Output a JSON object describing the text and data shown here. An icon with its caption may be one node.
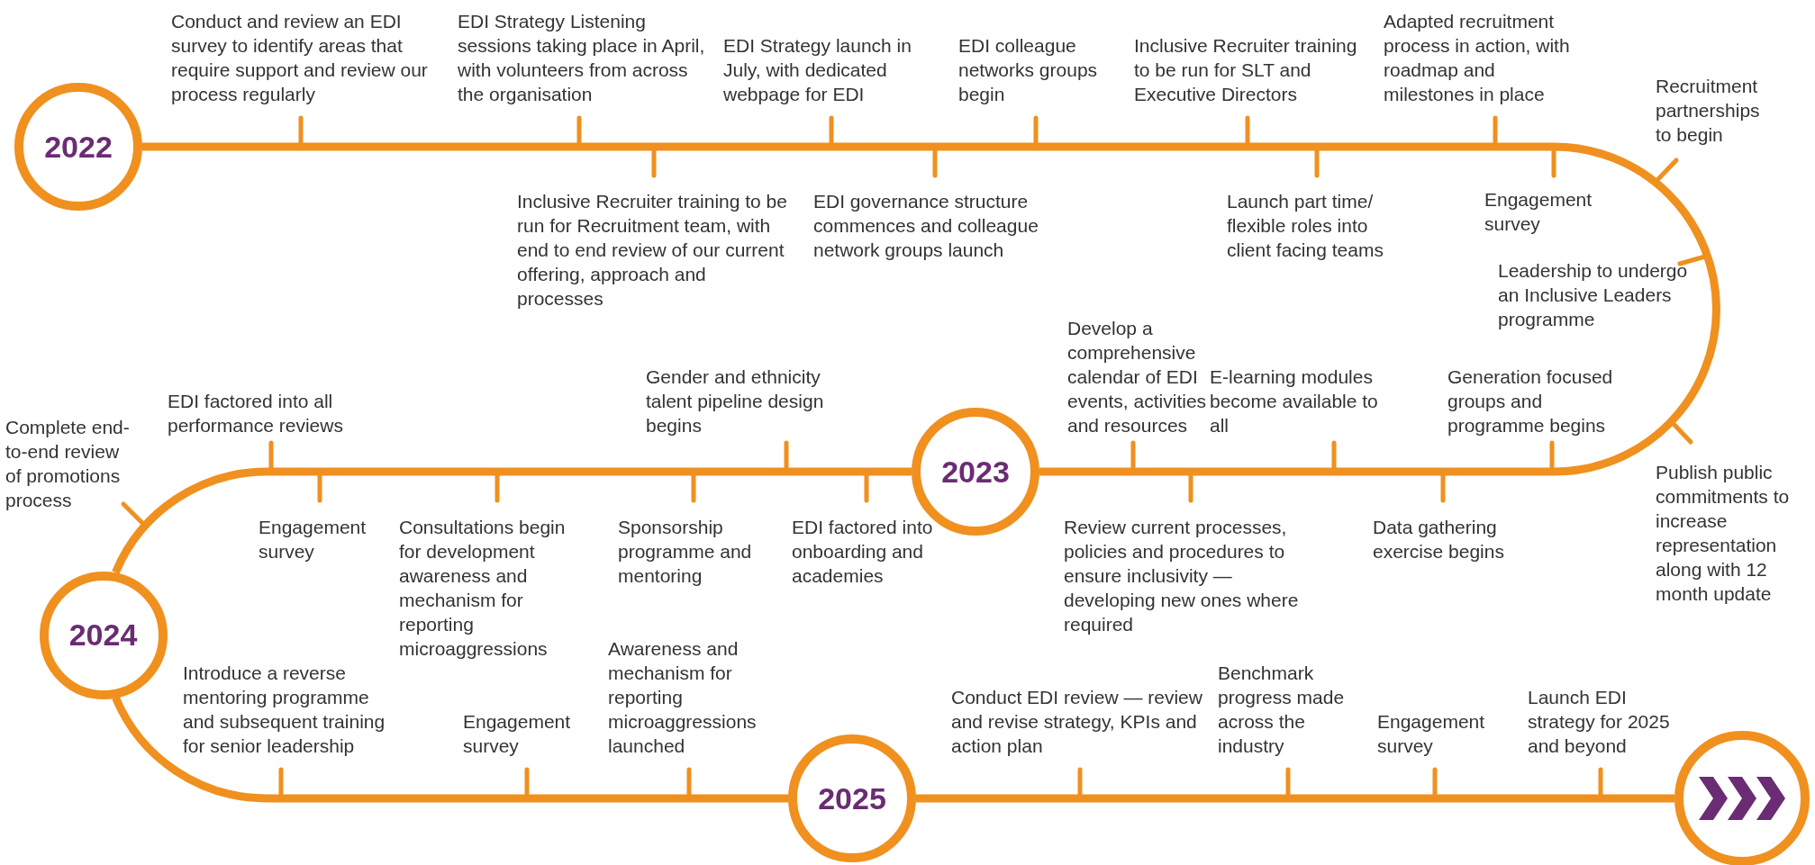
{
  "diagram": {
    "nodes": [
      {
        "text": [
          "2022"
        ]
      },
      {
        "text": [
          "2023"
        ]
      },
      {
        "text": [
          "2024"
        ]
      },
      {
        "text": [
          "2025"
        ]
      },
      {
        "text": [],
        "shape": "circle"
      }
    ],
    "edges": [
      {
        "from": 0,
        "to": 1,
        "arrow": "none"
      },
      {
        "from": 1,
        "to": 2,
        "arrow": "none"
      },
      {
        "from": 2,
        "to": 3,
        "arrow": "none"
      },
      {
        "from": 3,
        "to": 4,
        "arrow": "none"
      }
    ],
    "labels": [
      "Conduct and review an EDI survey to identify areas that require support and review our process regularly",
      "EDI Strategy Listening sessions taking place in April, with volunteers from across the organisation",
      "EDI Strategy launch in July, with dedicated webpage for EDI",
      "EDI colleague networks groups begin",
      "Inclusive Recruiter training to be run for SLT and Executive Directors",
      "Adapted recruitment process in action, with roadmap and milestones in place",
      "Inclusive Recruiter training to be run for Recruitment team, with end to end review of our current offering, approach and processes",
      "EDI governance structure commences and colleague network groups launch",
      "Launch part time/ flexible roles into client facing teams",
      "Engagement survey",
      "Recruitment partnerships to begin",
      "Leadership to undergo an Inclusive Leaders programme",
      "Publish public commitments to increase representation along with 12 month update",
      "EDI factored into all performance reviews",
      "Gender and ethnicity talent pipeline design begins",
      "Develop a comprehensive calendar of EDI events, activities and resources",
      "E-learning modules become available to all",
      "Generation focused groups and programme begins",
      "Engagement survey",
      "Consultations begin for development awareness and mechanism for reporting microaggressions",
      "Sponsorship programme and mentoring",
      "EDI factored into onboarding and academies",
      "Review current processes, policies and procedures to ensure inclusivity — developing new ones where required",
      "Data gathering exercise begins",
      "Complete end-to-end review of promotions process",
      "Introduce a reverse mentoring programme and subsequent training for senior leadership",
      "Engagement survey",
      "Awareness and mechanism for reporting microaggressions launched",
      "Conduct EDI review — review and revise strategy, KPIs and action plan",
      "Benchmark progress made across the industry",
      "Engagement survey",
      "Launch EDI strategy for 2025 and beyond"
    ]
  }
}
